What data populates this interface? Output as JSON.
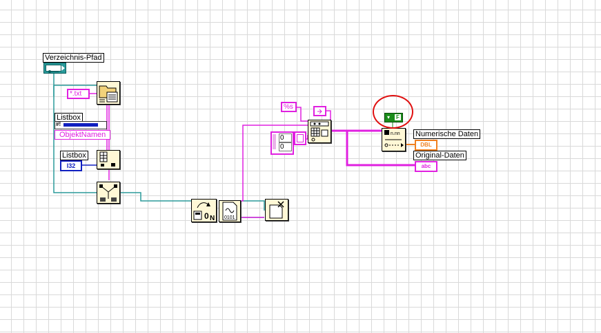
{
  "labels": {
    "path_control": "Verzeichnis-Pfad",
    "listbox_1": "Listbox",
    "listbox_2": "Listbox",
    "numeric_data": "Numerische Daten",
    "original_data": "Original-Daten"
  },
  "constants": {
    "pattern": "*.txt",
    "format_string": "%s",
    "object_names": "ObjektNamen",
    "array_values": [
      "0",
      "0"
    ],
    "i32_type": "I32",
    "dbl_type": "DBL",
    "abc_type": "abc",
    "bool_value": "F"
  },
  "colors": {
    "path_wire": "#2a9a9a",
    "string_wire": "#e020e0",
    "numeric_blue": "#1020c0",
    "dbl_orange": "#f08020",
    "boolean_green": "#1a8c1a",
    "highlight_circle": "#e01010",
    "node_fill": "#fff8d6"
  },
  "icons": [
    "list-folder-icon",
    "index-array-icon",
    "build-path-icon",
    "open-file-icon",
    "read-file-icon",
    "close-file-icon",
    "array-subset-icon",
    "scan-string-icon",
    "path-icon",
    "case-toggle-icon"
  ]
}
